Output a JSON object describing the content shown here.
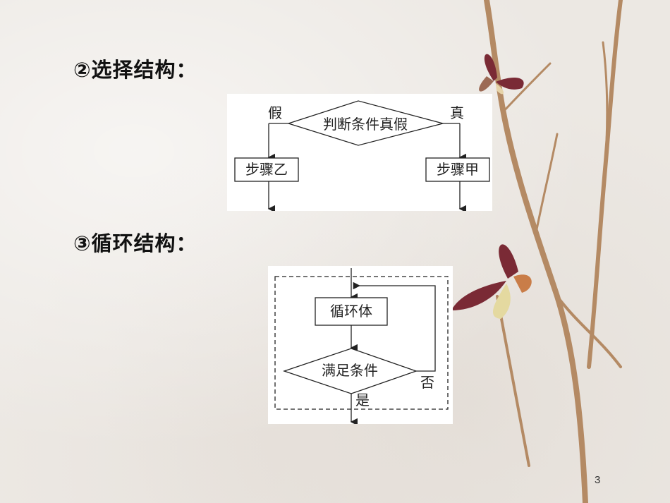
{
  "headings": {
    "select": "②选择结构：",
    "loop": "③循环结构："
  },
  "select_diagram": {
    "condition": "判断条件真假",
    "false_label": "假",
    "true_label": "真",
    "step_left": "步骤乙",
    "step_right": "步骤甲"
  },
  "loop_diagram": {
    "body": "循环体",
    "condition": "满足条件",
    "no_label": "否",
    "yes_label": "是"
  },
  "page_number": "3",
  "colors": {
    "background": "#ece8e3",
    "branch": "#b48a64",
    "wing": "#7a2a35"
  }
}
